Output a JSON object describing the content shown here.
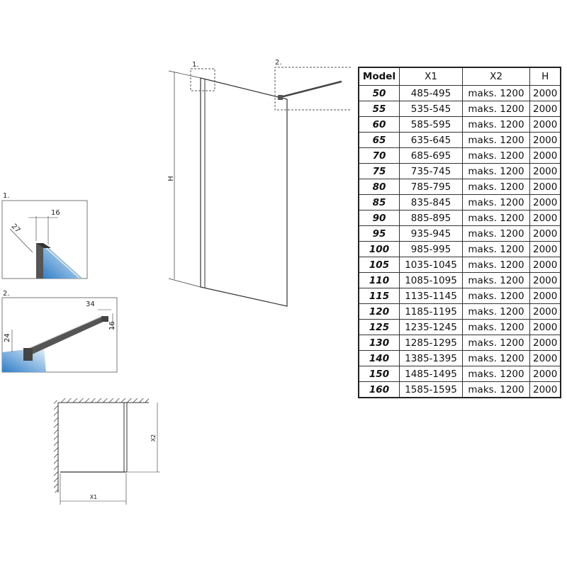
{
  "main_drawing": {
    "height_label": "H",
    "detail_1_label": "1.",
    "detail_2_label": "2."
  },
  "detail_1": {
    "label": "1.",
    "dim_width": "16",
    "dim_depth": "27"
  },
  "detail_2": {
    "label": "2.",
    "dim_width": "34",
    "dim_height": "16",
    "dim_offset": "24"
  },
  "plan_view": {
    "x1_label": "X1",
    "x2_label": "X2"
  },
  "colors": {
    "glass": "#3f8fd0",
    "profile": "#555555"
  },
  "table": {
    "headers": [
      "Model",
      "X1",
      "X2",
      "H"
    ],
    "rows": [
      [
        "50",
        "485-495",
        "maks. 1200",
        "2000"
      ],
      [
        "55",
        "535-545",
        "maks. 1200",
        "2000"
      ],
      [
        "60",
        "585-595",
        "maks. 1200",
        "2000"
      ],
      [
        "65",
        "635-645",
        "maks. 1200",
        "2000"
      ],
      [
        "70",
        "685-695",
        "maks. 1200",
        "2000"
      ],
      [
        "75",
        "735-745",
        "maks. 1200",
        "2000"
      ],
      [
        "80",
        "785-795",
        "maks. 1200",
        "2000"
      ],
      [
        "85",
        "835-845",
        "maks. 1200",
        "2000"
      ],
      [
        "90",
        "885-895",
        "maks. 1200",
        "2000"
      ],
      [
        "95",
        "935-945",
        "maks. 1200",
        "2000"
      ],
      [
        "100",
        "985-995",
        "maks. 1200",
        "2000"
      ],
      [
        "105",
        "1035-1045",
        "maks. 1200",
        "2000"
      ],
      [
        "110",
        "1085-1095",
        "maks. 1200",
        "2000"
      ],
      [
        "115",
        "1135-1145",
        "maks. 1200",
        "2000"
      ],
      [
        "120",
        "1185-1195",
        "maks. 1200",
        "2000"
      ],
      [
        "125",
        "1235-1245",
        "maks. 1200",
        "2000"
      ],
      [
        "130",
        "1285-1295",
        "maks. 1200",
        "2000"
      ],
      [
        "140",
        "1385-1395",
        "maks. 1200",
        "2000"
      ],
      [
        "150",
        "1485-1495",
        "maks. 1200",
        "2000"
      ],
      [
        "160",
        "1585-1595",
        "maks. 1200",
        "2000"
      ]
    ]
  }
}
